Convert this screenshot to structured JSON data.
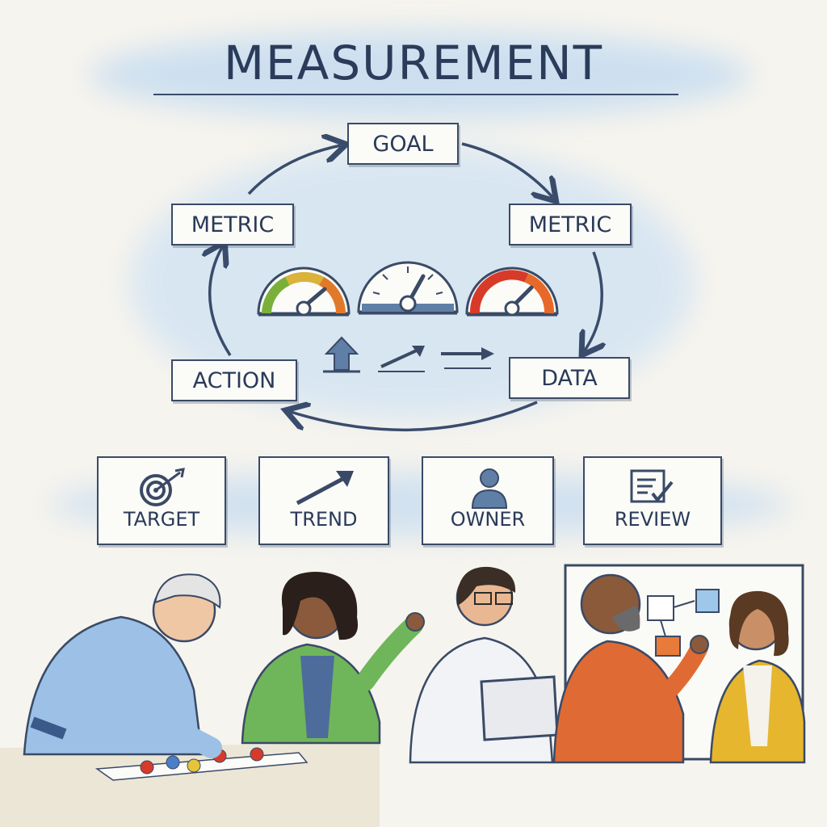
{
  "title": "MEASUREMENT",
  "cycle": {
    "nodes": {
      "goal": "GOAL",
      "metric_right": "METRIC",
      "data": "DATA",
      "action": "ACTION",
      "metric_left": "METRIC"
    },
    "gauges": [
      {
        "name": "green-orange-gauge",
        "colors": [
          "#7ab03a",
          "#d9b33a",
          "#e07a2a"
        ]
      },
      {
        "name": "neutral-gauge",
        "colors": [
          "#5f7fa6"
        ]
      },
      {
        "name": "red-gauge",
        "colors": [
          "#d83a2a",
          "#e8682a"
        ]
      }
    ],
    "trend_icons": [
      "up-arrow-icon",
      "diagonal-arrow-icon",
      "right-arrow-icon"
    ]
  },
  "cards": [
    {
      "label": "TARGET",
      "icon": "target-icon"
    },
    {
      "label": "TREND",
      "icon": "trend-arrow-icon"
    },
    {
      "label": "OWNER",
      "icon": "person-icon"
    },
    {
      "label": "REVIEW",
      "icon": "review-checklist-icon"
    }
  ],
  "colors": {
    "ink": "#2f3f58",
    "wash": "#cfe1f2",
    "shirt_blue": "#9cc0e6",
    "shirt_green": "#6fb65a",
    "shirt_orange": "#e06a34",
    "shirt_yellow": "#e6b62e"
  }
}
